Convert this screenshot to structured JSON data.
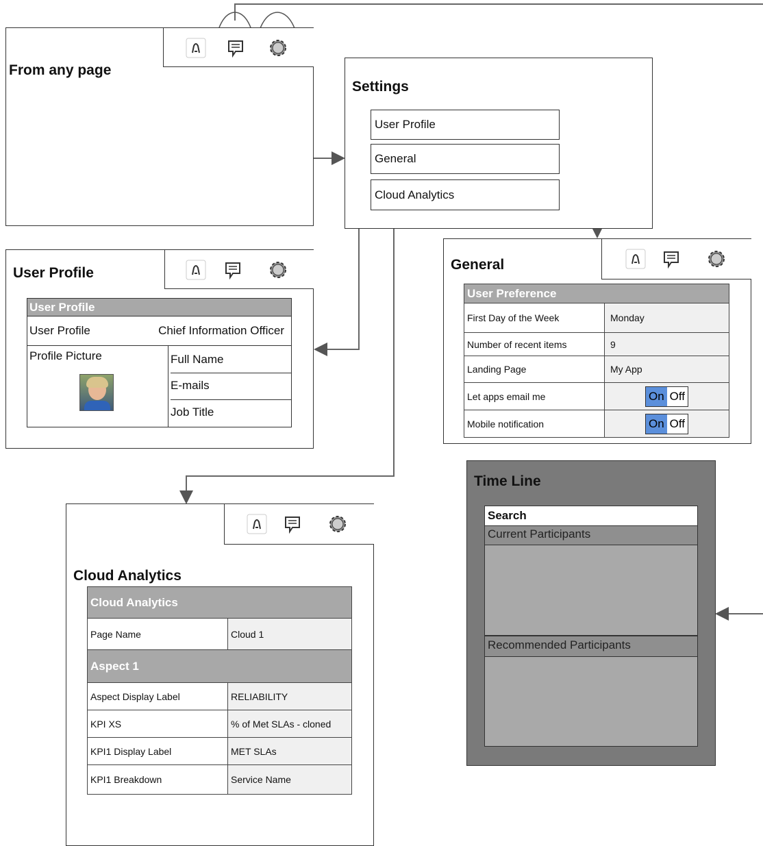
{
  "from_any_page": {
    "title": "From any page"
  },
  "settings": {
    "title": "Settings",
    "items": [
      "User Profile",
      "General",
      "Cloud Analytics"
    ]
  },
  "user_profile": {
    "title": "User Profile",
    "table_header": "User Profile",
    "row1_label": "User Profile",
    "row1_value": "Chief Information Officer",
    "picture_label": "Profile Picture",
    "fields": [
      "Full Name",
      "E-mails",
      "Job Title"
    ]
  },
  "general": {
    "title": "General",
    "table_header": "User Preference",
    "rows": [
      {
        "label": "First Day of the Week",
        "value": "Monday"
      },
      {
        "label": "Number of recent items",
        "value": "9"
      },
      {
        "label": "Landing Page",
        "value": "My App"
      }
    ],
    "toggles": [
      {
        "label": "Let apps email me",
        "on": "On",
        "off": "Off"
      },
      {
        "label": "Mobile notification",
        "on": "On",
        "off": "Off"
      }
    ]
  },
  "timeline": {
    "title": "Time Line",
    "search_label": "Search",
    "current_label": "Current Participants",
    "recommended_label": "Recommended Participants"
  },
  "cloud": {
    "title": "Cloud Analytics",
    "table_header": "Cloud Analytics",
    "page_name_label": "Page Name",
    "page_name_value": "Cloud 1",
    "aspect_header": "Aspect 1",
    "rows": [
      {
        "label": "Aspect Display Label",
        "value": "RELIABILITY"
      },
      {
        "label": "KPI XS",
        "value": "% of Met SLAs - cloned"
      },
      {
        "label": "KPI1 Display Label",
        "value": "MET SLAs"
      },
      {
        "label": "KPI1 Breakdown",
        "value": "Service Name"
      }
    ]
  },
  "icons": [
    "user-icon",
    "comment-icon",
    "gear-icon"
  ]
}
